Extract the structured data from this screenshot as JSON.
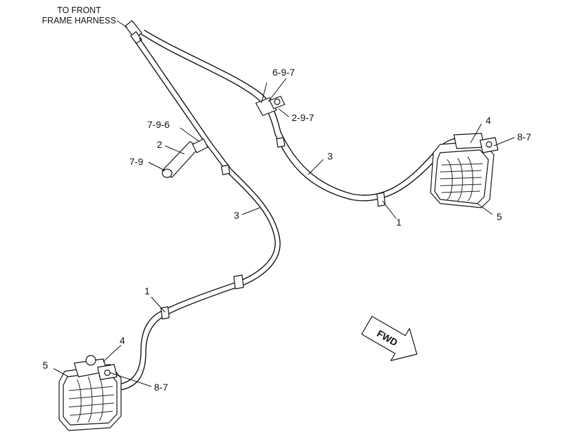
{
  "note": {
    "line1": "TO FRONT",
    "line2": "FRAME HARNESS"
  },
  "callouts": {
    "c_697": "6-9-7",
    "c_297": "2-9-7",
    "c_796": "7-9-6",
    "c_2": "2",
    "c_79": "7-9",
    "c_3_left": "3",
    "c_3_right": "3",
    "c_4_right": "4",
    "c_87_right": "8-7",
    "c_5_right": "5",
    "c_1_right": "1",
    "c_1_left": "1",
    "c_4_left": "4",
    "c_5_left": "5",
    "c_87_left": "8-7"
  },
  "fwd_arrow": {
    "label": "FWD"
  }
}
